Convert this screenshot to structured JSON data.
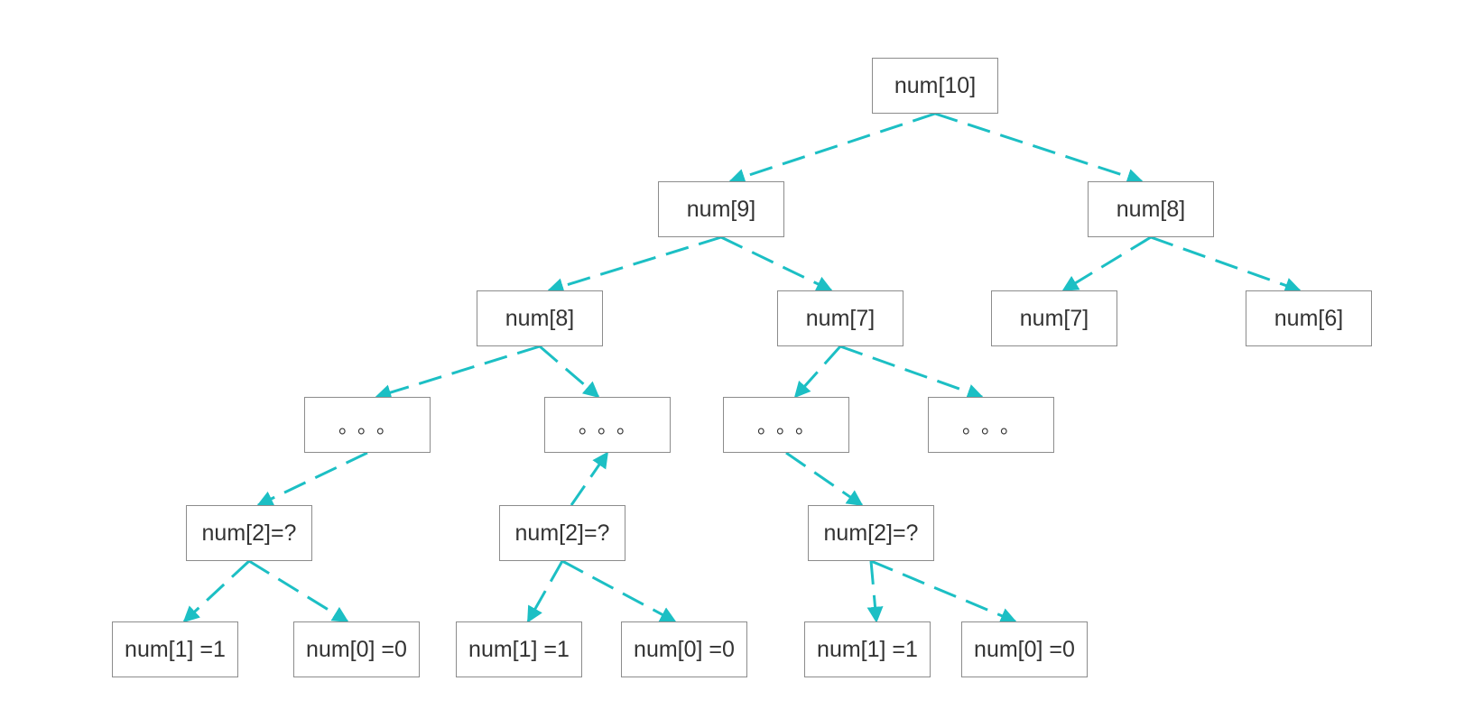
{
  "diagram": {
    "accent_color": "#1cbfc4",
    "node_border_color": "#8c8c8c",
    "nodes": {
      "n10": "num[10]",
      "n9": "num[9]",
      "n8a": "num[8]",
      "n8b": "num[8]",
      "n7a": "num[7]",
      "n7b": "num[7]",
      "n6": "num[6]",
      "e1": "。。。",
      "e2": "。。。",
      "e3": "。。。",
      "e4": "。。。",
      "q1": "num[2]=?",
      "q2": "num[2]=?",
      "q3": "num[2]=?",
      "l1a": "num[1] =1",
      "l0a": "num[0] =0",
      "l1b": "num[1] =1",
      "l0b": "num[0] =0",
      "l1c": "num[1] =1",
      "l0c": "num[0] =0"
    }
  }
}
